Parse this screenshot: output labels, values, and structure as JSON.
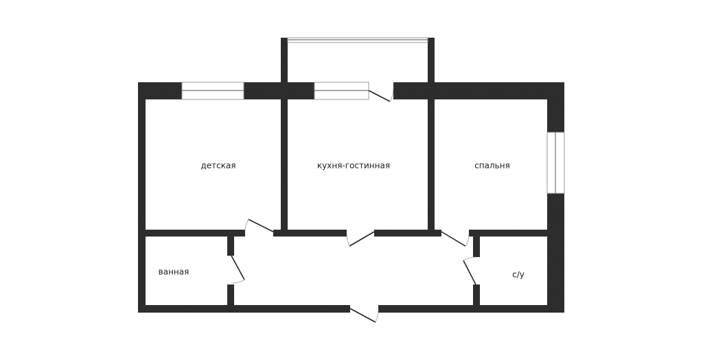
{
  "plan": {
    "rooms": [
      {
        "id": "children-room",
        "label": "детская"
      },
      {
        "id": "kitchen-living-room",
        "label": "кухня-гостинная"
      },
      {
        "id": "bedroom",
        "label": "спальня"
      },
      {
        "id": "bathroom",
        "label": "ванная"
      },
      {
        "id": "toilet",
        "label": "с/у"
      }
    ],
    "colors": {
      "wall": "#2b2b2b",
      "background": "#ffffff"
    }
  }
}
